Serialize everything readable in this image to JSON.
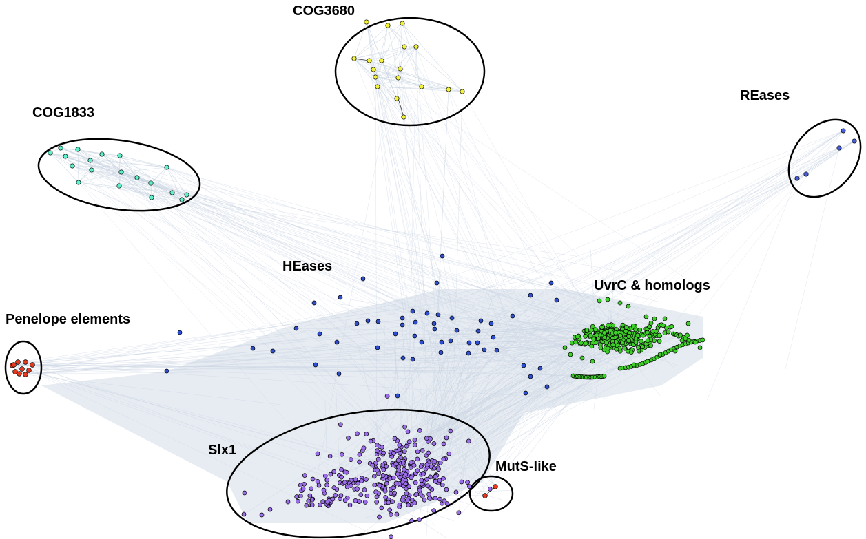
{
  "colors": {
    "background": "#ffffff",
    "edge": "#c9d4e2",
    "node_outline": "#000000",
    "ellipse_outline": "#000000",
    "cog3680": "#f2f23a",
    "cog1833": "#5ef0c8",
    "reases": "#4a5fd6",
    "heases": "#2f4fd0",
    "uvrc": "#3fd12a",
    "penelope": "#e63a1f",
    "slx1": "#9a6ee8",
    "muts": "#e63a1f"
  },
  "clusters": [
    {
      "id": "cog3680",
      "label": "COG3680",
      "color_key": "cog3680",
      "circled": true
    },
    {
      "id": "cog1833",
      "label": "COG1833",
      "color_key": "cog1833",
      "circled": true
    },
    {
      "id": "reases",
      "label": "REases",
      "color_key": "reases",
      "circled": true
    },
    {
      "id": "heases",
      "label": "HEases",
      "color_key": "heases",
      "circled": false
    },
    {
      "id": "uvrc",
      "label": "UvrC & homologs",
      "color_key": "uvrc",
      "circled": false
    },
    {
      "id": "penelope",
      "label": "Penelope elements",
      "color_key": "penelope",
      "circled": true
    },
    {
      "id": "slx1",
      "label": "Slx1",
      "color_key": "slx1",
      "circled": true
    },
    {
      "id": "muts",
      "label": "MutS-like",
      "color_key": "muts",
      "circled": true
    }
  ]
}
